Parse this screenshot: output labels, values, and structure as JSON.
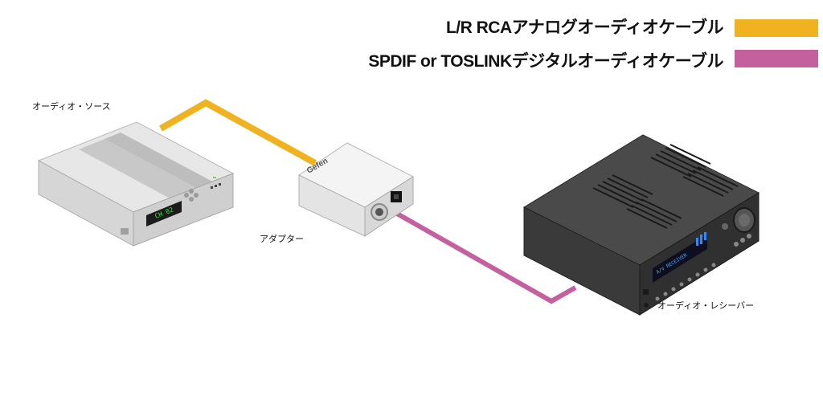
{
  "legend": {
    "items": [
      {
        "label": "L/R RCAアナログオーディオケーブル",
        "color": "#F0B21F"
      },
      {
        "label": "SPDIF or TOSLINKデジタルオーディオケーブル",
        "color": "#C4609E"
      }
    ]
  },
  "devices": {
    "source": {
      "label": "オーディオ・ソース",
      "display": "CH 02"
    },
    "adapter": {
      "label": "アダプター",
      "brand": "Gefen"
    },
    "receiver": {
      "label": "オーディオ・レシーバー",
      "display": "A/V RECEIVER"
    }
  },
  "colors": {
    "analog": "#F0B21F",
    "digital": "#C4609E"
  }
}
